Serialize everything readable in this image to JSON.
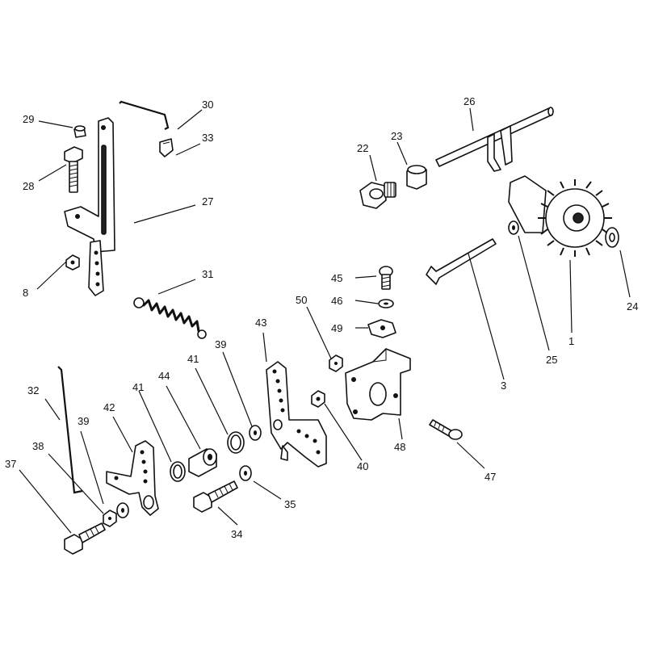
{
  "diagram": {
    "labels": {
      "l1": "1",
      "l3": "3",
      "l8": "8",
      "l22": "22",
      "l23": "23",
      "l24": "24",
      "l25": "25",
      "l26": "26",
      "l27": "27",
      "l28": "28",
      "l29": "29",
      "l30": "30",
      "l31": "31",
      "l32": "32",
      "l33": "33",
      "l34": "34",
      "l35": "35",
      "l37": "37",
      "l38": "38",
      "l39a": "39",
      "l39b": "39",
      "l40": "40",
      "l41a": "41",
      "l41b": "41",
      "l42": "42",
      "l43": "43",
      "l44": "44",
      "l45": "45",
      "l46": "46",
      "l47": "47",
      "l48": "48",
      "l49": "49",
      "l50": "50"
    }
  }
}
